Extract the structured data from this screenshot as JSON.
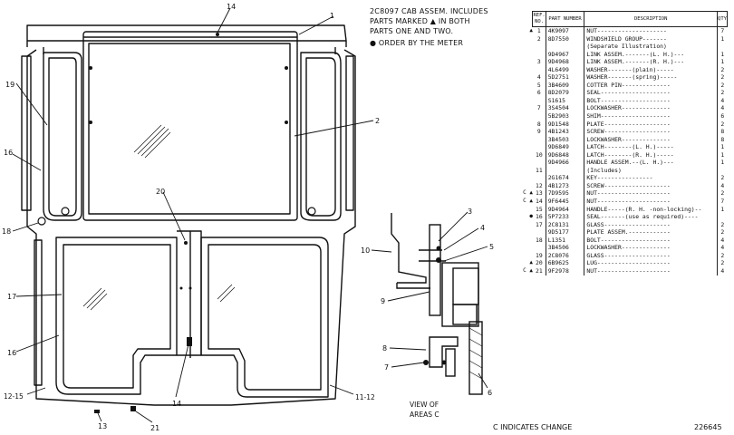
{
  "header": {
    "line1": "2C8097 CAB ASSEM. INCLUDES",
    "line2": "PARTS MARKED ▲ IN BOTH",
    "line3": "PARTS ONE AND TWO.",
    "line4": "● ORDER BY THE METER"
  },
  "table": {
    "headers": {
      "ref": "REF. NO.",
      "part": "PART NUMBER",
      "desc": "DESCRIPTION",
      "qty": "QTY"
    },
    "rows": [
      {
        "mark": "▲",
        "ref": "1",
        "part": "4K9097",
        "desc": "NUT--------------------",
        "qty": "7"
      },
      {
        "mark": "",
        "ref": "2",
        "part": "8D7550",
        "desc": "WINDSHIELD GROUP-------",
        "qty": "1"
      },
      {
        "mark": "",
        "ref": "",
        "part": "",
        "desc": "     (Separate Illustration)",
        "qty": ""
      },
      {
        "mark": "",
        "ref": "",
        "part": "9D4967",
        "desc": "LINK ASSEM.-------(L. H.)---",
        "qty": "1"
      },
      {
        "mark": "",
        "ref": "3",
        "part": "9D4968",
        "desc": "LINK ASSEM.-------(R. H.)---",
        "qty": "1"
      },
      {
        "mark": "",
        "ref": "",
        "part": "4L6499",
        "desc": "WASHER-------(plain)-----",
        "qty": "2"
      },
      {
        "mark": "",
        "ref": "4",
        "part": "5D2751",
        "desc": "WASHER-------(spring)-----",
        "qty": "2"
      },
      {
        "mark": "",
        "ref": "5",
        "part": "3B4609",
        "desc": "COTTER PIN--------------",
        "qty": "2"
      },
      {
        "mark": "",
        "ref": "6",
        "part": "8D2079",
        "desc": "SEAL--------------------",
        "qty": "2"
      },
      {
        "mark": "",
        "ref": "",
        "part": "S1615",
        "desc": "BOLT--------------------",
        "qty": "4"
      },
      {
        "mark": "",
        "ref": "7",
        "part": "3S4504",
        "desc": "LOCKWASHER--------------",
        "qty": "4"
      },
      {
        "mark": "",
        "ref": "",
        "part": "5B2903",
        "desc": "SHIM--------------------",
        "qty": "6"
      },
      {
        "mark": "",
        "ref": "8",
        "part": "9D1548",
        "desc": "PLATE-------------------",
        "qty": "2"
      },
      {
        "mark": "",
        "ref": "9",
        "part": "4B1243",
        "desc": "SCREW-------------------",
        "qty": "8"
      },
      {
        "mark": "",
        "ref": "",
        "part": "3B4503",
        "desc": "LOCKWASHER--------------",
        "qty": "8"
      },
      {
        "mark": "",
        "ref": "",
        "part": "9D6849",
        "desc": "LATCH--------(L. H.)-----",
        "qty": "1"
      },
      {
        "mark": "",
        "ref": "10",
        "part": "9D6848",
        "desc": "LATCH--------(R. H.)-----",
        "qty": "1"
      },
      {
        "mark": "",
        "ref": "",
        "part": "9D4966",
        "desc": "HANDLE ASSEM.--(L. H.)---",
        "qty": "1"
      },
      {
        "mark": "",
        "ref": "11",
        "part": "",
        "desc": "      (Includes)",
        "qty": ""
      },
      {
        "mark": "",
        "ref": "",
        "part": "2G1674",
        "desc": "      KEY----------------",
        "qty": "2"
      },
      {
        "mark": "",
        "ref": "12",
        "part": "4B1273",
        "desc": "SCREW-------------------",
        "qty": "4"
      },
      {
        "mark": "C ▲",
        "ref": "13",
        "part": "7D9595",
        "desc": "NUT---------------------",
        "qty": "2"
      },
      {
        "mark": "C ▲",
        "ref": "14",
        "part": "9F6445",
        "desc": "NUT---------------------",
        "qty": "7"
      },
      {
        "mark": "",
        "ref": "15",
        "part": "9D4964",
        "desc": "HANDLE-----(R. H. -non-locking)--",
        "qty": "1"
      },
      {
        "mark": "●",
        "ref": "16",
        "part": "5P7233",
        "desc": "SEAL-------(use as required)----",
        "qty": ""
      },
      {
        "mark": "",
        "ref": "",
        "part": "",
        "desc": "",
        "qty": ""
      },
      {
        "mark": "",
        "ref": "17",
        "part": "2C8131",
        "desc": "GLASS-------------------",
        "qty": "2"
      },
      {
        "mark": "",
        "ref": "",
        "part": "9D5177",
        "desc": "PLATE ASSEM.------------",
        "qty": "2"
      },
      {
        "mark": "",
        "ref": "18",
        "part": "L1351",
        "desc": "BOLT--------------------",
        "qty": "4"
      },
      {
        "mark": "",
        "ref": "",
        "part": "3B4506",
        "desc": "LOCKWASHER--------------",
        "qty": "4"
      },
      {
        "mark": "",
        "ref": "19",
        "part": "2C8076",
        "desc": "GLASS-------------------",
        "qty": "2"
      },
      {
        "mark": "▲",
        "ref": "20",
        "part": "6B9625",
        "desc": "LUG---------------------",
        "qty": "2"
      },
      {
        "mark": "C ▲",
        "ref": "21",
        "part": "9F2978",
        "desc": "NUT---------------------",
        "qty": "4"
      }
    ]
  },
  "view_label": {
    "line1": "VIEW OF",
    "line2": "AREAS C"
  },
  "callouts": [
    "1",
    "2",
    "3",
    "4",
    "5",
    "6",
    "7",
    "8",
    "9",
    "10",
    "11-12",
    "12-15",
    "13",
    "14",
    "14",
    "16",
    "16",
    "17",
    "18",
    "19",
    "20",
    "21"
  ],
  "footer": {
    "change_note": "C INDICATES CHANGE",
    "figure_number": "226645"
  }
}
